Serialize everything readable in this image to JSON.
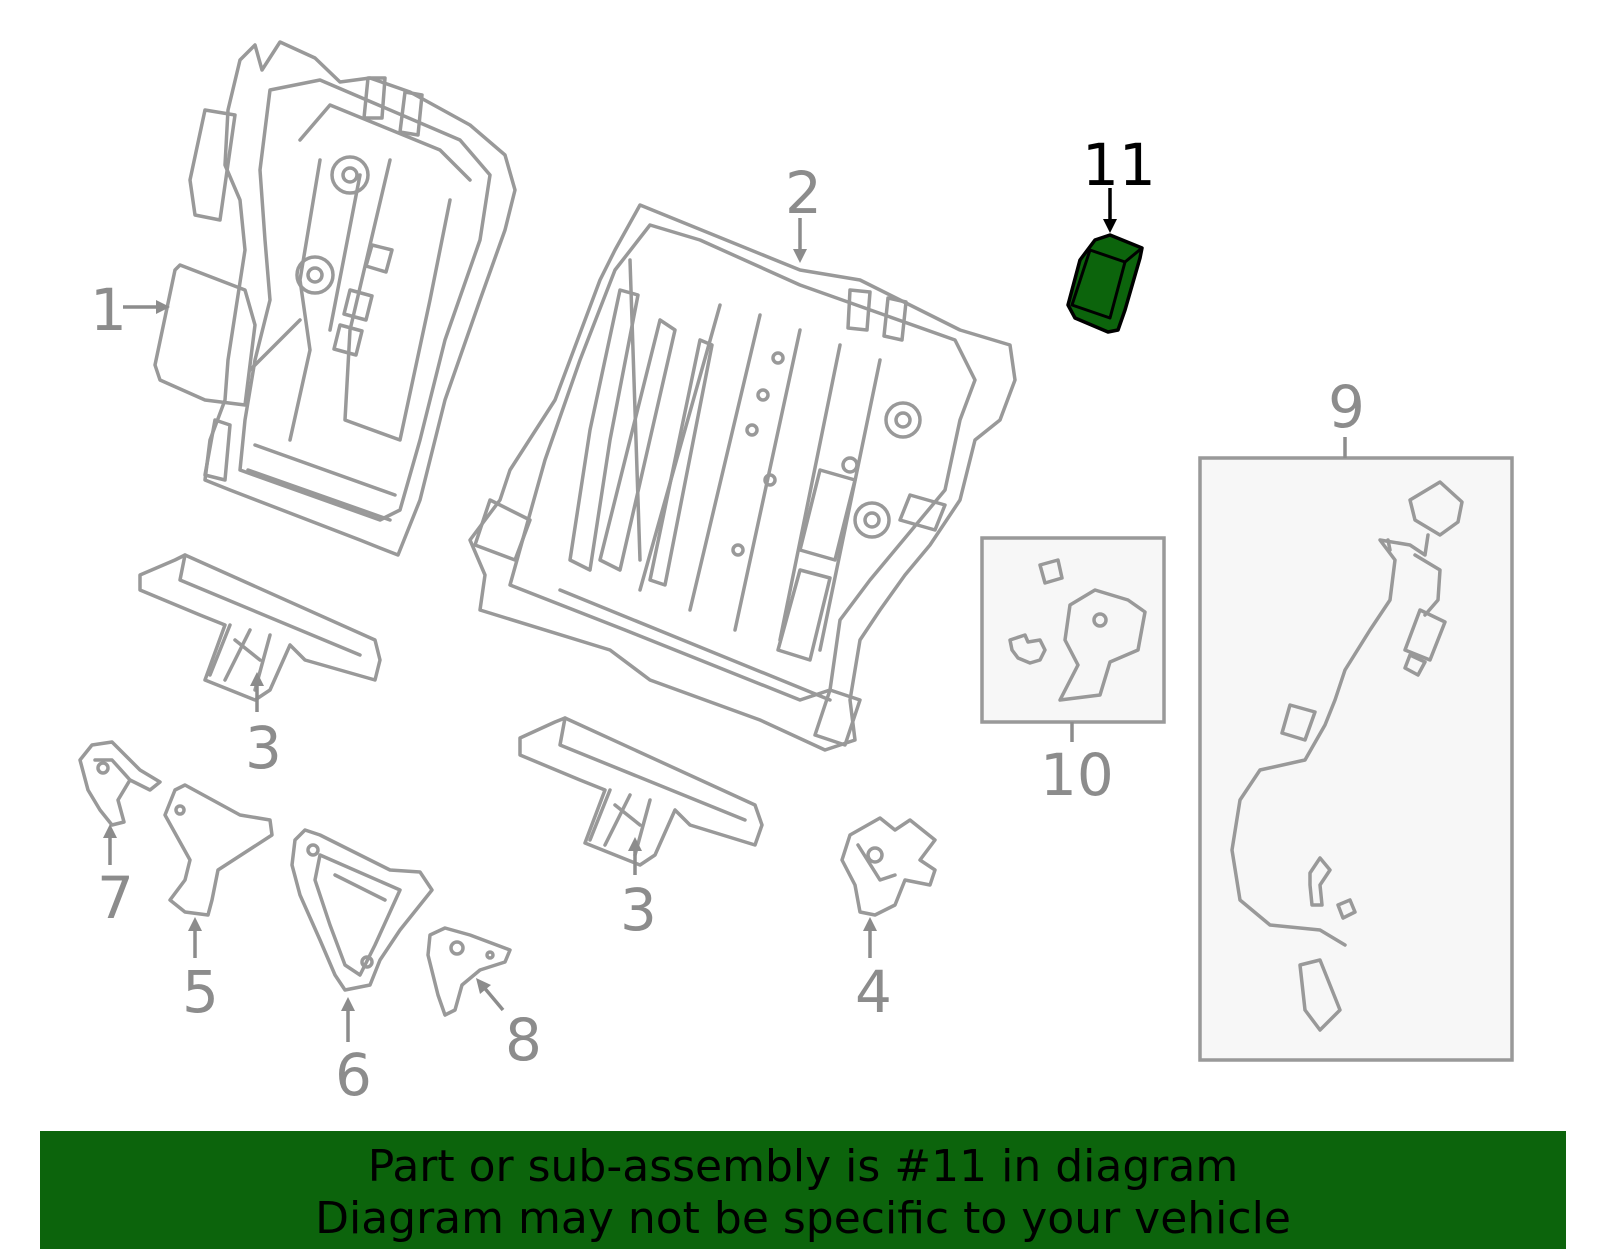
{
  "diagram": {
    "highlight_color": "#0c640c",
    "callouts": {
      "c1": "1",
      "c2": "2",
      "c3a": "3",
      "c3b": "3",
      "c4": "4",
      "c5": "5",
      "c6": "6",
      "c7": "7",
      "c8": "8",
      "c9": "9",
      "c10": "10",
      "c11": "11"
    }
  },
  "banner": {
    "line1": "Part or sub-assembly is #11 in diagram",
    "line2": "Diagram may not be specific to your vehicle",
    "background": "#0c640c"
  }
}
